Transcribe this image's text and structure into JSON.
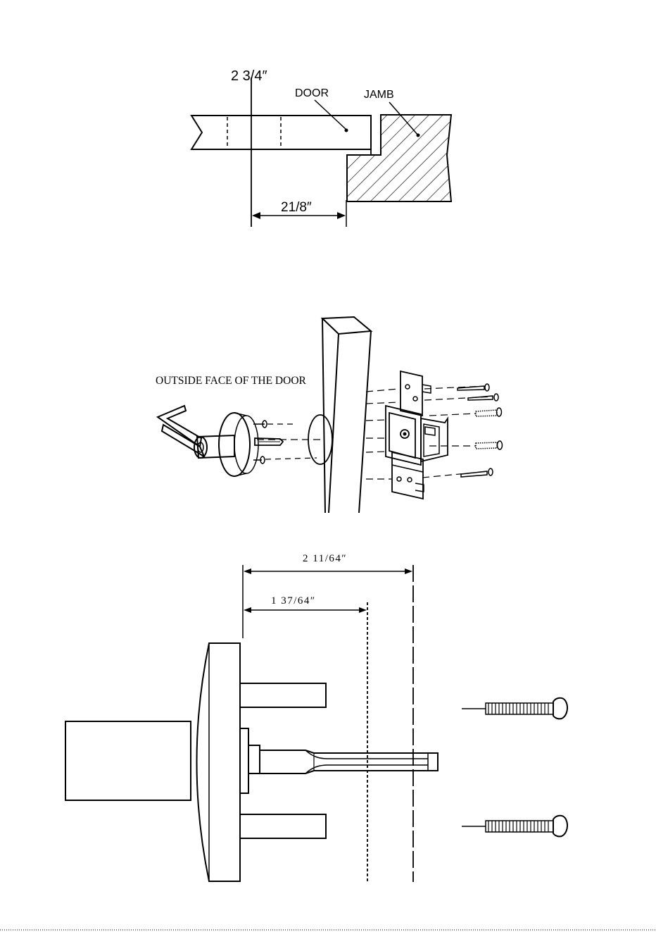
{
  "figure1": {
    "backset_label": "2 3/4″",
    "door_label": "DOOR",
    "jamb_label": "JAMB",
    "distance_label": "21/8″"
  },
  "figure2": {
    "caption": "OUTSIDE FACE OF THE DOOR"
  },
  "figure3": {
    "overall_length_label": "2  11/64″",
    "inner_length_label": "1  37/64″"
  }
}
